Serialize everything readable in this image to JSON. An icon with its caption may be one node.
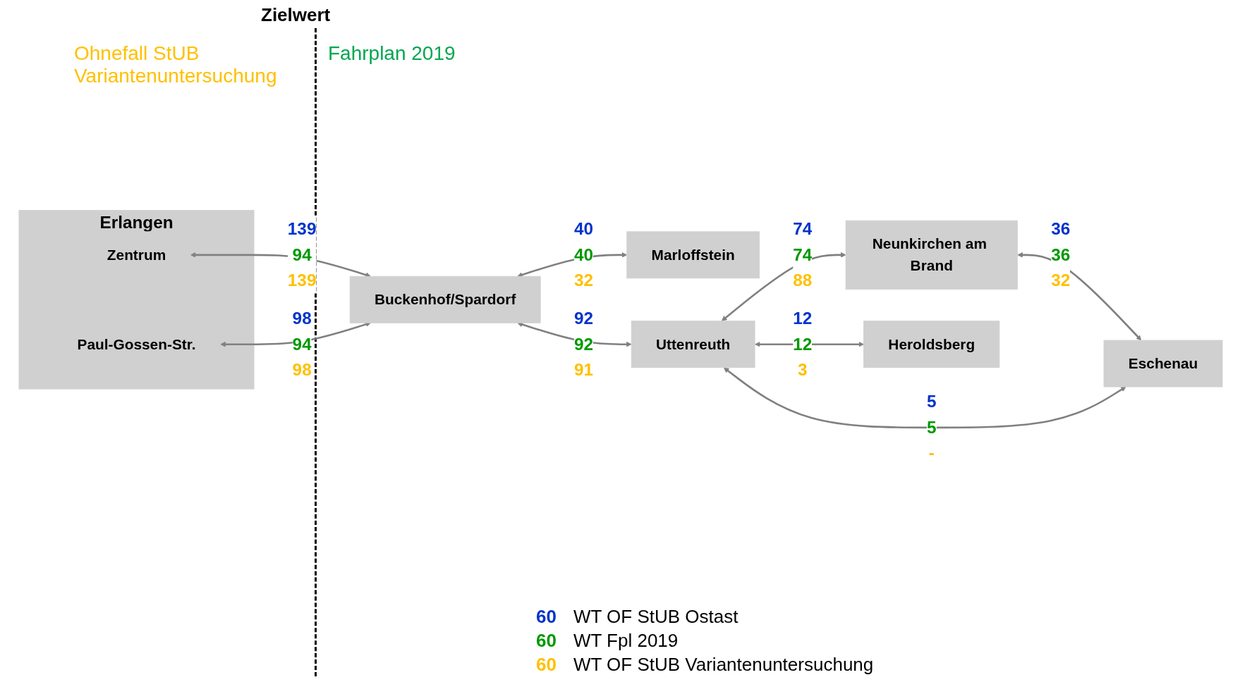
{
  "diagram": {
    "nodes": [
      {
        "text": [
          "Erlangen"
        ]
      },
      {
        "text": [
          "Zentrum"
        ],
        "in": 0
      },
      {
        "text": [
          "Paul-Gossen-Str."
        ],
        "in": 0
      },
      {
        "text": [
          "Marloffstein"
        ]
      },
      {
        "text": [
          "Buckenhof/Spardorf"
        ]
      },
      {
        "text": [
          "Uttenreuth"
        ]
      },
      {
        "text": [
          "Neunkirchen am Brand"
        ]
      },
      {
        "text": [
          "Eschenau"
        ]
      },
      {
        "text": [
          "Heroldsberg"
        ]
      }
    ],
    "edges": [
      {
        "from": 1,
        "to": 4,
        "arrow": "both",
        "label": "139 94 139"
      },
      {
        "from": 2,
        "to": 4,
        "arrow": "both",
        "label": "98 94 98"
      },
      {
        "from": 4,
        "to": 3,
        "arrow": "both",
        "label": "40 40 32"
      },
      {
        "from": 4,
        "to": 5,
        "arrow": "both",
        "label": "92 92 91"
      },
      {
        "from": 5,
        "to": 6,
        "arrow": "both",
        "label": "74 74 88"
      },
      {
        "from": 6,
        "to": 7,
        "arrow": "both",
        "label": "36 36 32"
      },
      {
        "from": 5,
        "to": 7,
        "arrow": "both",
        "label": "5 5 -"
      },
      {
        "from": 5,
        "to": 8,
        "arrow": "both",
        "label": "12 12 3"
      }
    ],
    "labels": [
      "Zielwert",
      "Ohnefall StUB Variantenuntersuchung",
      "Fahrplan 2019",
      "60",
      "60",
      "60"
    ],
    "legend": [
      {
        "text": "WT OF StUB Ostast",
        "color": "#0033cc"
      },
      {
        "text": "WT Fpl 2019",
        "color": "#009900"
      },
      {
        "text": "WT OF StUB Variantenuntersuchung",
        "color": "#ffc000"
      }
    ]
  }
}
